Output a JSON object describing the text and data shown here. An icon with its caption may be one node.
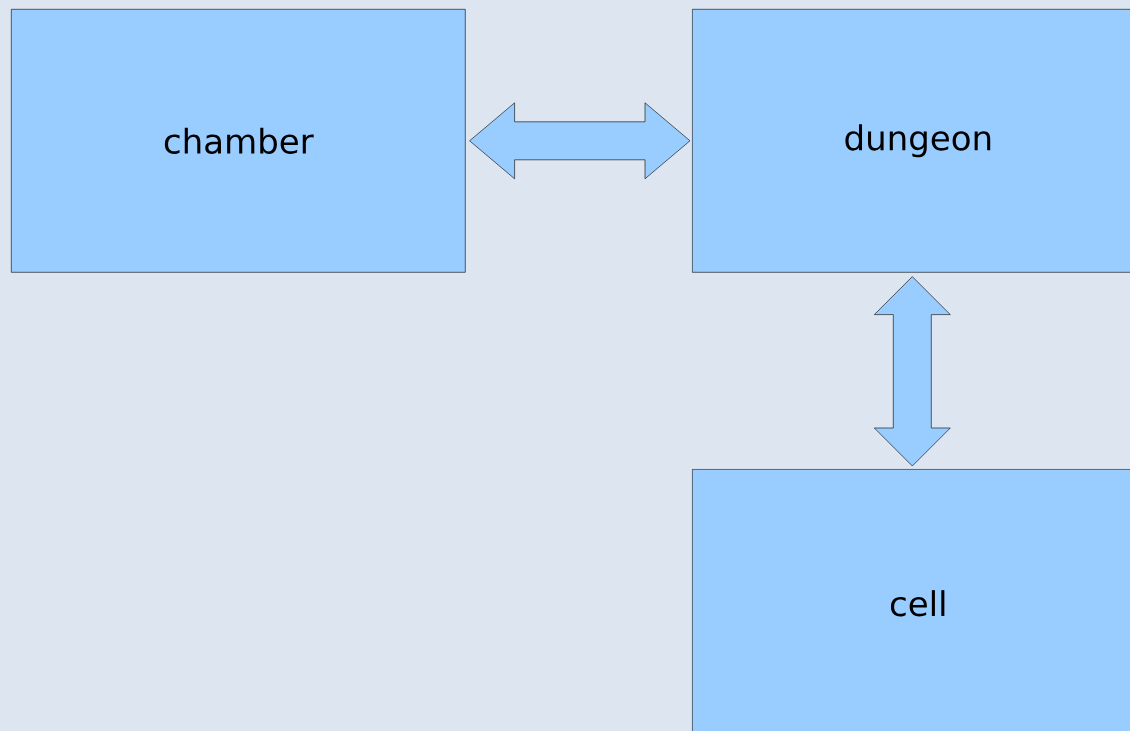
{
  "diagram": {
    "nodes": [
      {
        "text": [
          "chamber"
        ]
      },
      {
        "text": [
          "dungeon"
        ]
      },
      {
        "text": [
          "cell"
        ]
      }
    ],
    "edges": [
      {
        "from": 0,
        "to": 1,
        "arrow": "both"
      },
      {
        "from": 1,
        "to": 2,
        "arrow": "both"
      }
    ]
  }
}
